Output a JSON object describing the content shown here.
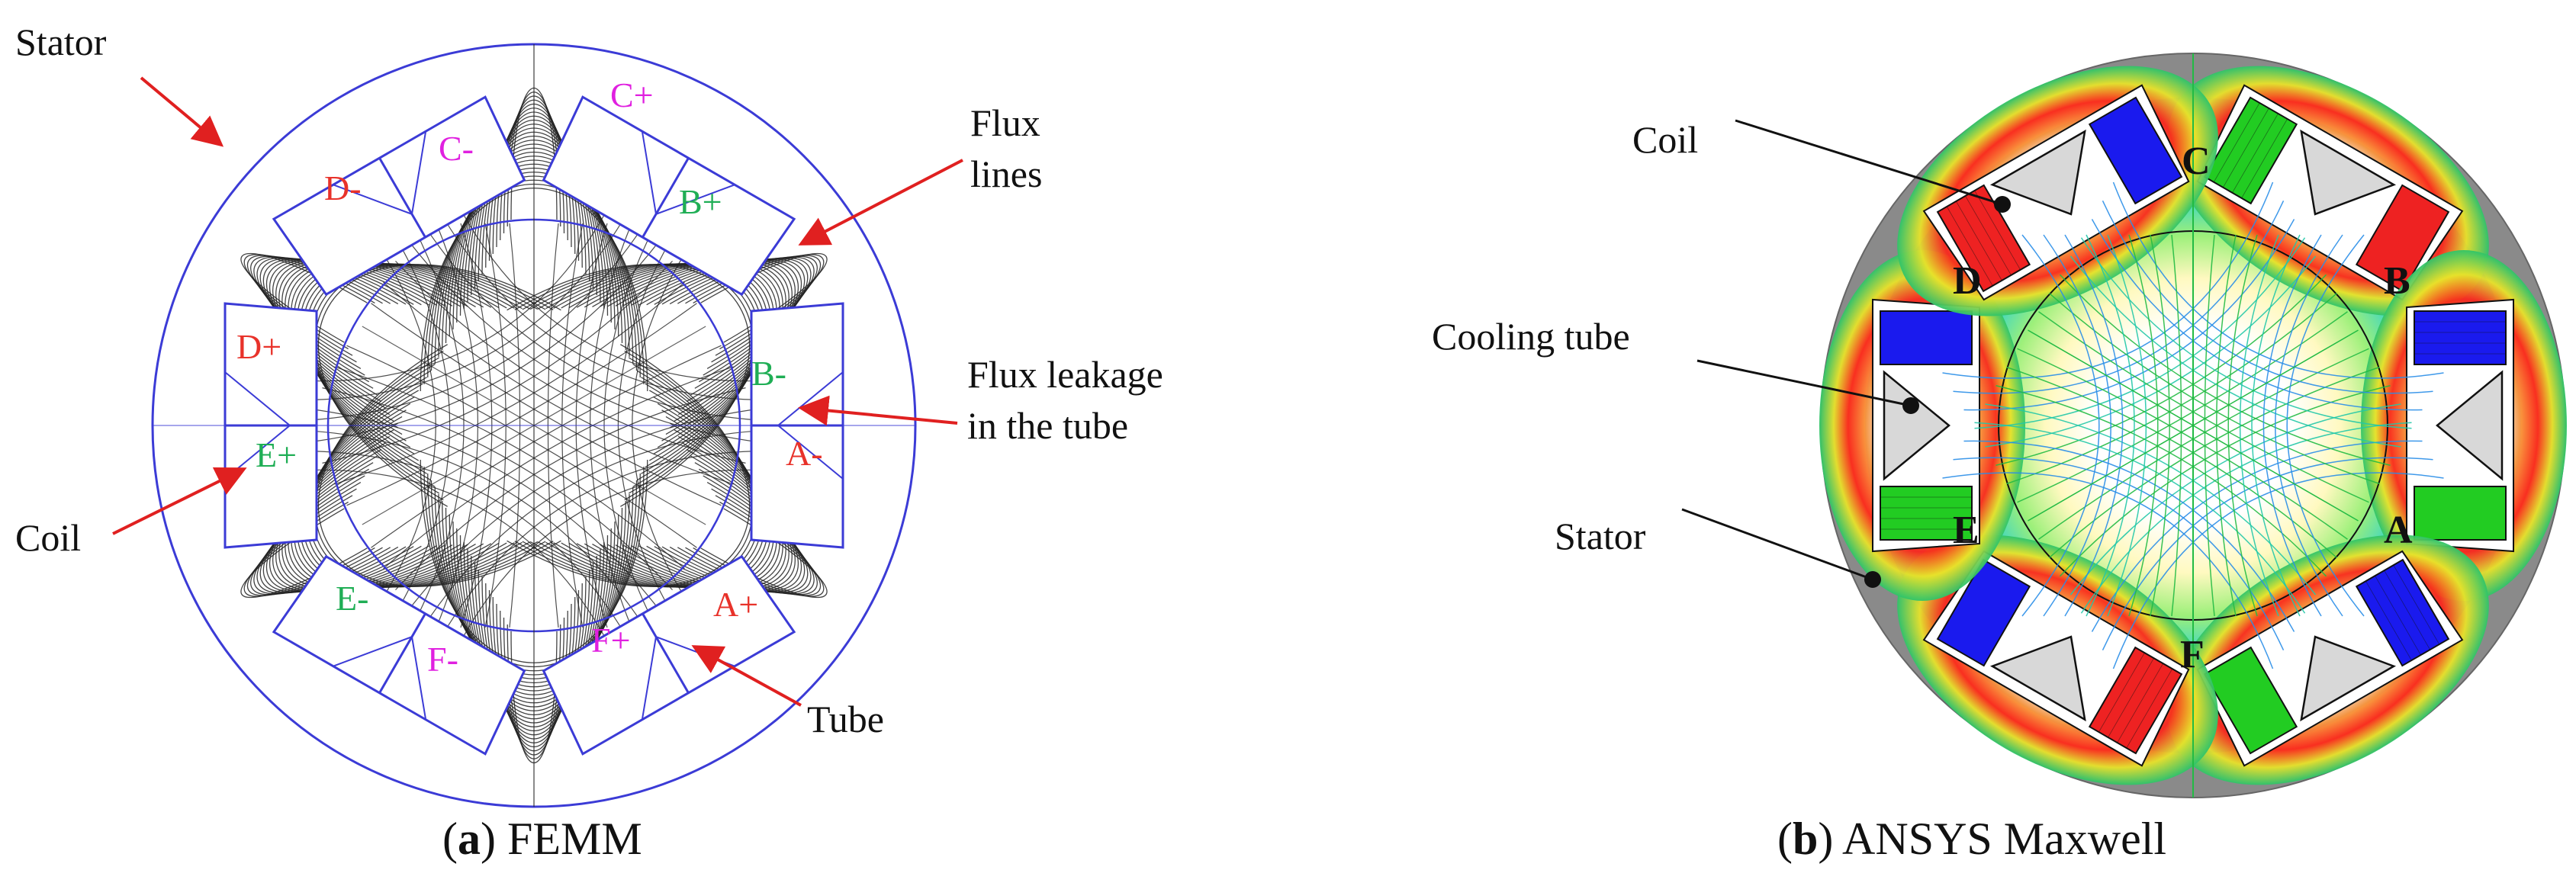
{
  "panel_a": {
    "labels": {
      "stator": "Stator",
      "flux_lines_1": "Flux",
      "flux_lines_2": "lines",
      "flux_leakage_1": "Flux leakage",
      "flux_leakage_2": "in the tube",
      "coil": "Coil",
      "tube": "Tube"
    },
    "slot_labels": [
      {
        "text": "C-",
        "color": "#e020e0"
      },
      {
        "text": "C+",
        "color": "#e020e0"
      },
      {
        "text": "D-",
        "color": "#e8322a"
      },
      {
        "text": "B+",
        "color": "#1fae55"
      },
      {
        "text": "D+",
        "color": "#e8322a"
      },
      {
        "text": "B-",
        "color": "#1fae55"
      },
      {
        "text": "E+",
        "color": "#1fae55"
      },
      {
        "text": "A-",
        "color": "#e8322a"
      },
      {
        "text": "E-",
        "color": "#1fae55"
      },
      {
        "text": "A+",
        "color": "#e8322a"
      },
      {
        "text": "F-",
        "color": "#e020e0"
      },
      {
        "text": "F+",
        "color": "#e020e0"
      }
    ],
    "caption_letter": "a",
    "caption_text": " FEMM",
    "caption_paren_open": "(",
    "caption_paren_close": ")"
  },
  "panel_b": {
    "labels": {
      "coil": "Coil",
      "cooling_tube": "Cooling tube",
      "stator": "Stator"
    },
    "phase_labels": [
      "C",
      "B",
      "A",
      "F",
      "E",
      "D"
    ],
    "caption_letter": "b",
    "caption_text": " ANSYS Maxwell",
    "caption_paren_open": "(",
    "caption_paren_close": ")"
  },
  "colors": {
    "femm_outline": "#3b3bd6",
    "flux_line": "#222222",
    "arrow": "#e02020",
    "stator_gray": "#8a8a8a",
    "coil_green": "#22cc22",
    "coil_blue": "#1a1aee",
    "coil_red": "#ee2222"
  }
}
